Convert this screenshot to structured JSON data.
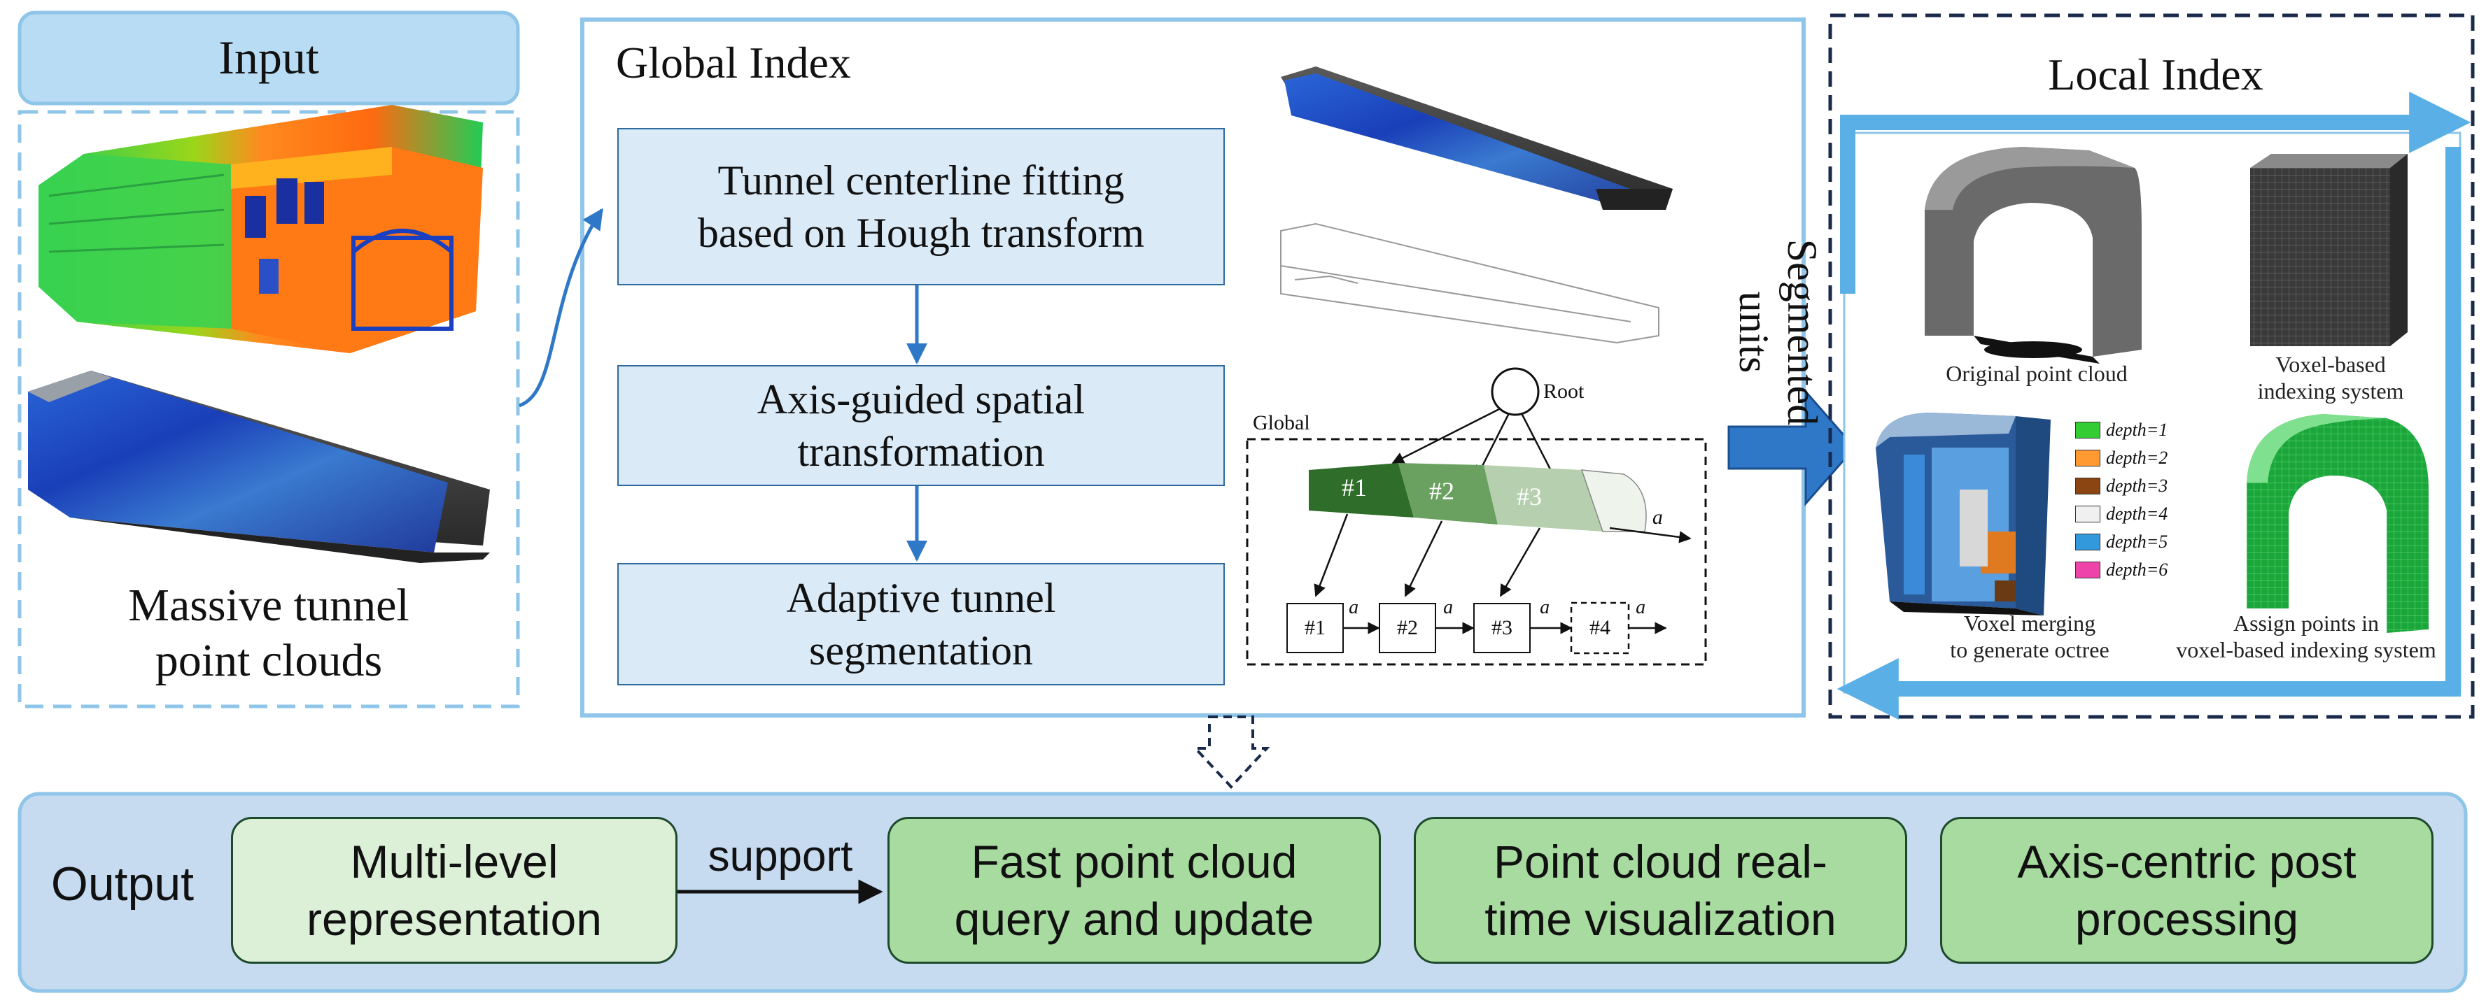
{
  "input": {
    "header": "Input",
    "caption_line1": "Massive tunnel",
    "caption_line2": "point clouds"
  },
  "global_index": {
    "title": "Global Index",
    "steps": [
      {
        "line1": "Tunnel centerline fitting",
        "line2": "based on Hough transform"
      },
      {
        "line1": "Axis-guided spatial",
        "line2": "transformation"
      },
      {
        "line1": "Adaptive tunnel",
        "line2": "segmentation"
      }
    ],
    "tree": {
      "root": "Root",
      "global": "Global",
      "segments": [
        "#1",
        "#2",
        "#3"
      ],
      "nodes": [
        "#1",
        "#2",
        "#3",
        "#4"
      ],
      "axis": "a⃗"
    }
  },
  "segmented_units": {
    "line1": "Segmented",
    "line2": "units"
  },
  "local_index": {
    "title": "Local Index",
    "captions": {
      "original_point_cloud": "Original  point cloud",
      "voxel_indexing_line1": "Voxel-based",
      "voxel_indexing_line2": "indexing system",
      "voxel_merging_line1": "Voxel merging",
      "voxel_merging_line2": "to generate octree",
      "assign_points_line1": "Assign points in",
      "assign_points_line2": "voxel-based indexing  system"
    },
    "legend": [
      {
        "label": "depth=1",
        "color": "#33cc33"
      },
      {
        "label": "depth=2",
        "color": "#ff9a33"
      },
      {
        "label": "depth=3",
        "color": "#8b4513"
      },
      {
        "label": "depth=4",
        "color": "#f0f0f0"
      },
      {
        "label": "depth=5",
        "color": "#3399dd"
      },
      {
        "label": "depth=6",
        "color": "#ee44aa"
      }
    ]
  },
  "output": {
    "label": "Output",
    "support": "support",
    "boxes": [
      {
        "line1": "Multi-level",
        "line2": "representation"
      },
      {
        "line1": "Fast point cloud",
        "line2": "query and update"
      },
      {
        "line1": "Point cloud real-",
        "line2": "time visualization"
      },
      {
        "line1": "Axis-centric post",
        "line2": "processing"
      }
    ]
  },
  "colors": {
    "frame_blue": "#8ec5e8",
    "dark_navy": "#1a2a4a",
    "flow_fill": "#daeaf7",
    "output_panel": "#c6daf0",
    "output_light_green": "#dcf0d8",
    "output_green": "#a8dba0",
    "arrow_blue": "#2f78c8"
  }
}
